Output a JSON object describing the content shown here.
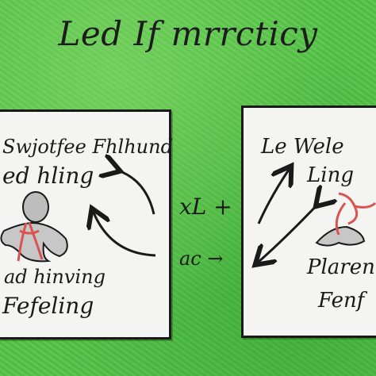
{
  "title": "Led If mrrcticy",
  "left_panel": {
    "line1": "Swjotfee Fhlhund",
    "line2": "ed hling",
    "line3": "ad hinving",
    "line4": "Fefeling"
  },
  "right_panel": {
    "line1": "Le Wele",
    "line2": "Ling",
    "line3": "Plarene",
    "line4": "Fenf"
  },
  "middle": {
    "top_symbol": "xL +",
    "bottom_symbol": "ac →"
  },
  "colors": {
    "background": "#54c447",
    "panel": "#f4f4f2",
    "ink": "#1a1a1a",
    "accent_red": "#d9534f"
  }
}
